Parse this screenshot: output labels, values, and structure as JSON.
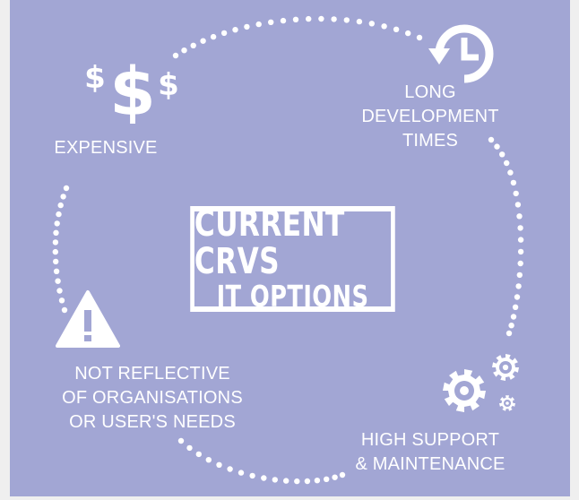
{
  "title": {
    "line1": "CURRENT CRVS",
    "line2": "IT OPTIONS"
  },
  "items": [
    {
      "id": "expensive",
      "icon": "dollar-signs-icon",
      "lines": [
        "EXPENSIVE"
      ]
    },
    {
      "id": "long-development",
      "icon": "clock-history-icon",
      "lines": [
        "LONG",
        "DEVELOPMENT",
        "TIMES"
      ]
    },
    {
      "id": "high-support",
      "icon": "gears-icon",
      "lines": [
        "HIGH SUPPORT",
        "& MAINTENANCE"
      ]
    },
    {
      "id": "not-reflective",
      "icon": "warning-icon",
      "lines": [
        "NOT REFLECTIVE",
        "OF ORGANISATIONS",
        "OR USER'S NEEDS"
      ]
    }
  ],
  "colors": {
    "background": "#a2a6d4",
    "foreground": "#ffffff",
    "page": "#efefef"
  }
}
